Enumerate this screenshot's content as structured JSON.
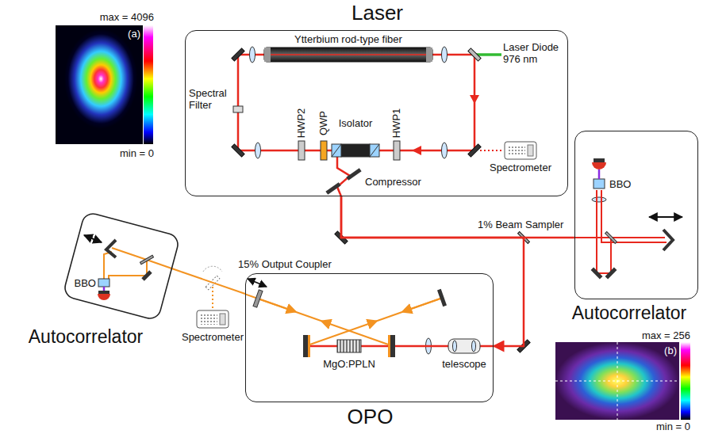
{
  "diagram": {
    "nodes": [
      {
        "text": [
          "Laser"
        ]
      },
      {
        "text": [
          "Autocorrelator"
        ]
      },
      {
        "text": [
          "Autocorrelator"
        ]
      },
      {
        "text": [
          "OPO"
        ]
      }
    ],
    "edges": [
      {
        "from": 0,
        "to": 3,
        "arrow": "to"
      },
      {
        "from": 0,
        "to": 1,
        "arrow": "none"
      },
      {
        "from": 3,
        "to": 2,
        "arrow": "none"
      }
    ],
    "labels": [
      "Ytterbium rod-type fiber",
      "Laser Diode 976 nm",
      "Spectral Filter",
      "HWP2",
      "QWP",
      "Isolator",
      "HWP1",
      "Spectrometer",
      "Compressor",
      "1% Beam Sampler",
      "BBO",
      "15% Output Coupler",
      "MgO:PPLN",
      "telescope",
      "Spectrometer",
      "BBO",
      "max = 4096",
      "(a)",
      "min = 0",
      "max = 256",
      "(b)",
      "min = 0"
    ]
  }
}
